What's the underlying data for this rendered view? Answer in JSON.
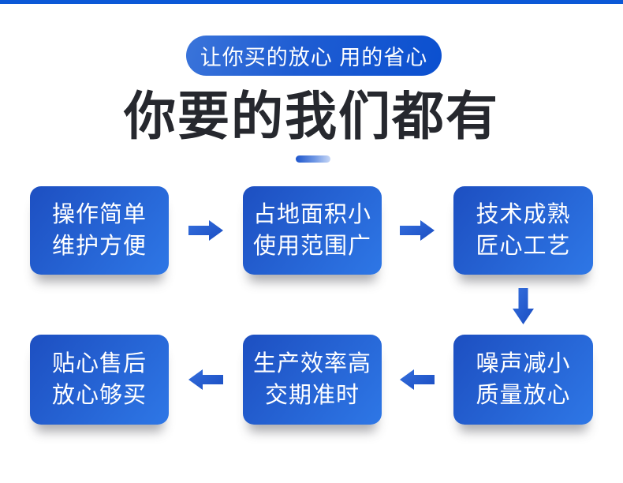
{
  "banner": {
    "label": "让你买的放心 用的省心"
  },
  "heading": {
    "title": "你要的我们都有"
  },
  "cards": {
    "top": [
      {
        "line1": "操作简单",
        "line2": "维护方便"
      },
      {
        "line1": "占地面积小",
        "line2": "使用范围广"
      },
      {
        "line1": "技术成熟",
        "line2": "匠心工艺"
      }
    ],
    "bottom": [
      {
        "line1": "贴心售后",
        "line2": "放心够买"
      },
      {
        "line1": "生产效率高",
        "line2": "交期准时"
      },
      {
        "line1": "噪声减小",
        "line2": "质量放心"
      }
    ]
  },
  "icons": {
    "arrow_right": "arrow-right-icon",
    "arrow_down": "arrow-down-icon",
    "arrow_left": "arrow-left-icon"
  },
  "colors": {
    "accent_bar": "#0b58d7",
    "pill_gradient_start": "#3a74da",
    "pill_gradient_end": "#0b50d0",
    "heading_text": "#26282e",
    "card_gradient_start": "#1d4fc1",
    "card_gradient_end": "#2e77e6",
    "arrow_gradient_start": "#356fdd",
    "arrow_gradient_end": "#1a4dc2",
    "dash_gradient_start": "#1d55cc",
    "dash_gradient_end": "#c7d7f6"
  }
}
